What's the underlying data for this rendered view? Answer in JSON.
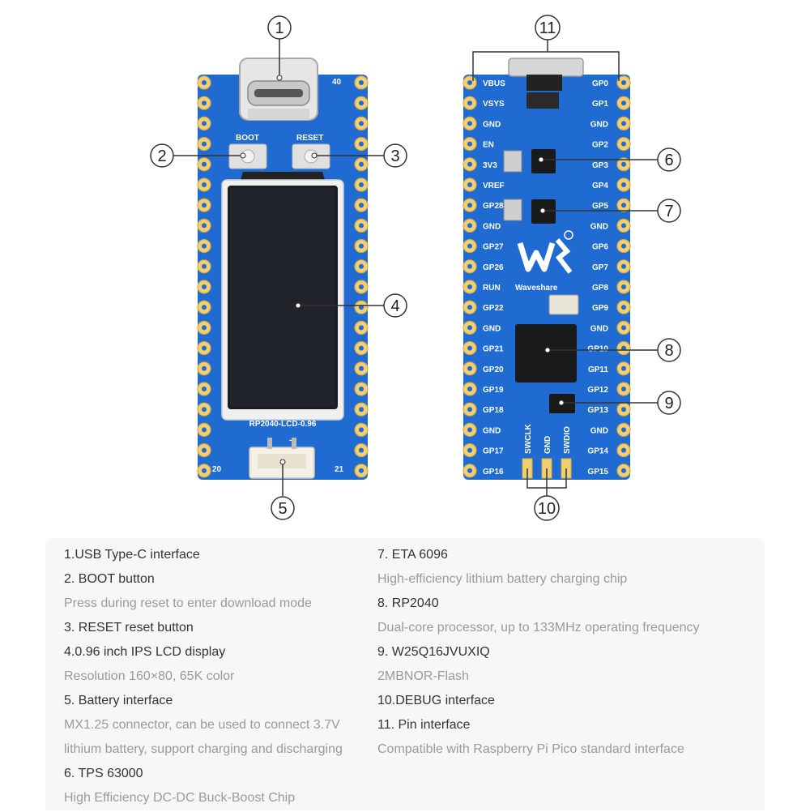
{
  "front_board": {
    "label": "RP2040-LCD-0.96",
    "boot_label": "BOOT",
    "reset_label": "RESET",
    "pin_top": "40",
    "pin_bottom_left": "20",
    "pin_bottom_right": "21",
    "battery_plus": "+",
    "battery_minus": "-"
  },
  "back_board": {
    "brand": "Waveshare",
    "left_pins": [
      "VBUS",
      "VSYS",
      "GND",
      "EN",
      "3V3",
      "VREF",
      "GP28",
      "GND",
      "GP27",
      "GP26",
      "RUN",
      "GP22",
      "GND",
      "GP21",
      "GP20",
      "GP19",
      "GP18",
      "GND",
      "GP17",
      "GP16"
    ],
    "right_pins": [
      "GP0",
      "GP1",
      "GND",
      "GP2",
      "GP3",
      "GP4",
      "GP5",
      "GND",
      "GP6",
      "GP7",
      "GP8",
      "GP9",
      "GND",
      "GP10",
      "GP11",
      "GP12",
      "GP13",
      "GND",
      "GP14",
      "GP15"
    ],
    "debug_pins": [
      "SWCLK",
      "GND",
      "SWDIO"
    ]
  },
  "callouts": [
    "1",
    "2",
    "3",
    "4",
    "5",
    "6",
    "7",
    "8",
    "9",
    "10",
    "11"
  ],
  "descriptions": {
    "left": [
      {
        "text": "1.USB Type-C interface",
        "kind": "title"
      },
      {
        "text": "2. BOOT button",
        "kind": "title"
      },
      {
        "text": "Press during reset to enter download mode",
        "kind": "desc"
      },
      {
        "text": "3. RESET reset button",
        "kind": "title"
      },
      {
        "text": "4.0.96 inch IPS LCD display",
        "kind": "title"
      },
      {
        "text": "Resolution 160×80, 65K color",
        "kind": "desc"
      },
      {
        "text": "5. Battery interface",
        "kind": "title"
      },
      {
        "text": "MX1.25 connector, can be used to connect 3.7V",
        "kind": "desc"
      },
      {
        "text": "lithium battery, support charging and discharging",
        "kind": "desc"
      },
      {
        "text": "6. TPS 63000",
        "kind": "title"
      },
      {
        "text": "High Efficiency DC-DC Buck-Boost Chip",
        "kind": "desc"
      }
    ],
    "right": [
      {
        "text": "7. ETA 6096",
        "kind": "title"
      },
      {
        "text": "High-efficiency lithium battery charging chip",
        "kind": "desc"
      },
      {
        "text": "8. RP2040",
        "kind": "title"
      },
      {
        "text": "Dual-core processor, up to 133MHz operating frequency",
        "kind": "desc"
      },
      {
        "text": "9. W25Q16JVUXIQ",
        "kind": "title"
      },
      {
        "text": "2MBNOR-Flash",
        "kind": "desc"
      },
      {
        "text": "10.DEBUG interface",
        "kind": "title"
      },
      {
        "text": "11. Pin interface",
        "kind": "title"
      },
      {
        "text": "Compatible with Raspberry Pi Pico standard interface",
        "kind": "desc"
      }
    ]
  },
  "colors": {
    "board": "#1f6bd1",
    "pad": "#f2cf73",
    "panel": "#f7f7f7",
    "title_text": "#333333",
    "desc_text": "#9a9a9a"
  }
}
